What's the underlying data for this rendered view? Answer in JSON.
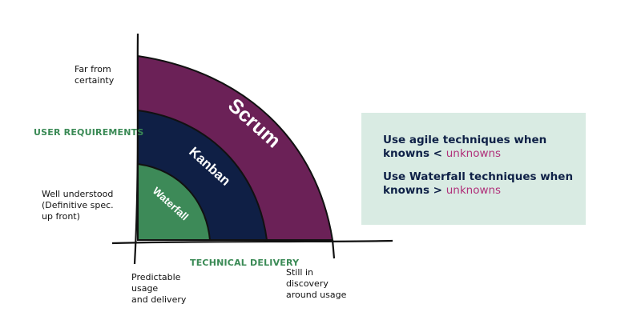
{
  "y_axis": {
    "label": "USER REQUIREMENTS",
    "top_label": [
      "Far from",
      "certainty"
    ],
    "bottom_label": [
      "Well understood",
      "(Definitive spec.",
      "up front)"
    ]
  },
  "x_axis": {
    "label": "TECHNICAL DELIVERY",
    "left_label": [
      "Predictable",
      "usage",
      "and delivery"
    ],
    "right_label": [
      "Still in",
      "discovery",
      "around usage"
    ]
  },
  "regions": [
    {
      "label": "Scrum",
      "color": "#6b2157"
    },
    {
      "label": "Kanban",
      "color": "#0f1f45"
    },
    {
      "label": "Waterfall",
      "color": "#3d8a58"
    }
  ],
  "callout": {
    "rule1": {
      "line1": "Use agile techniques when",
      "line2_prefix": "knowns < ",
      "line2_accent": "unknowns"
    },
    "rule2": {
      "line1": "Use Waterfall techniques when",
      "line2_prefix": "knowns > ",
      "line2_accent": "unknowns"
    },
    "background": "#d9ebe3",
    "accent_color": "#b0307a"
  }
}
